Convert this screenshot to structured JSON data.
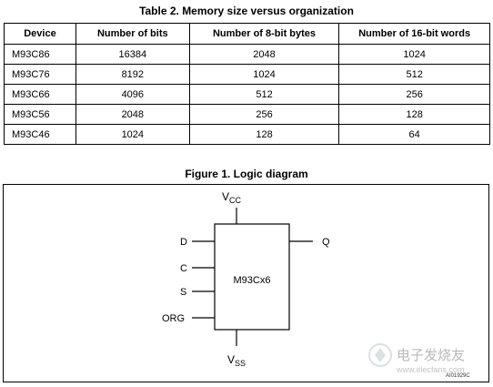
{
  "table": {
    "caption": "Table 2. Memory size versus organization",
    "headers": [
      "Device",
      "Number of bits",
      "Number of 8-bit bytes",
      "Number of 16-bit words"
    ],
    "rows": [
      [
        "M93C86",
        "16384",
        "2048",
        "1024"
      ],
      [
        "M93C76",
        "8192",
        "1024",
        "512"
      ],
      [
        "M93C66",
        "4096",
        "512",
        "256"
      ],
      [
        "M93C56",
        "2048",
        "256",
        "128"
      ],
      [
        "M93C46",
        "1024",
        "128",
        "64"
      ]
    ]
  },
  "figure": {
    "caption": "Figure 1. Logic diagram",
    "chip_label": "M93Cx6",
    "vcc": {
      "main": "V",
      "sub": "CC"
    },
    "vss": {
      "main": "V",
      "sub": "SS"
    },
    "inputs": [
      "D",
      "C",
      "S",
      "ORG"
    ],
    "output": "Q",
    "code": "AI01929C",
    "watermark": "电子发烧友",
    "watermark_url": "www.elecfans.com"
  }
}
